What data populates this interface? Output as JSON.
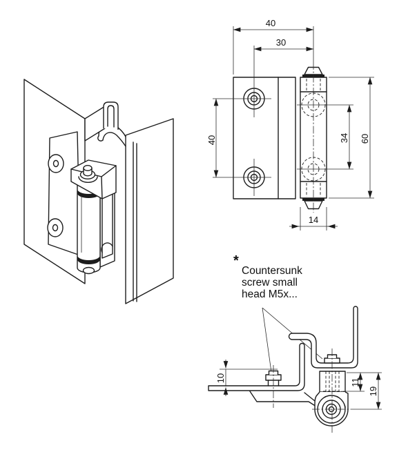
{
  "annotation": {
    "marker": "*",
    "lines": [
      "Countersunk",
      "screw small",
      "head M5x..."
    ]
  },
  "front_view": {
    "dims": {
      "width": "40",
      "hole_offset": "30",
      "hole_spacing": "40",
      "pin_hole_spacing": "34",
      "height": "60",
      "barrel_width": "14"
    }
  },
  "side_view": {
    "dims": {
      "screw_protrusion": "10",
      "thread_depth": "11",
      "axis_offset": "19"
    }
  },
  "colors": {
    "line": "#1c1c1c",
    "background": "#ffffff"
  }
}
